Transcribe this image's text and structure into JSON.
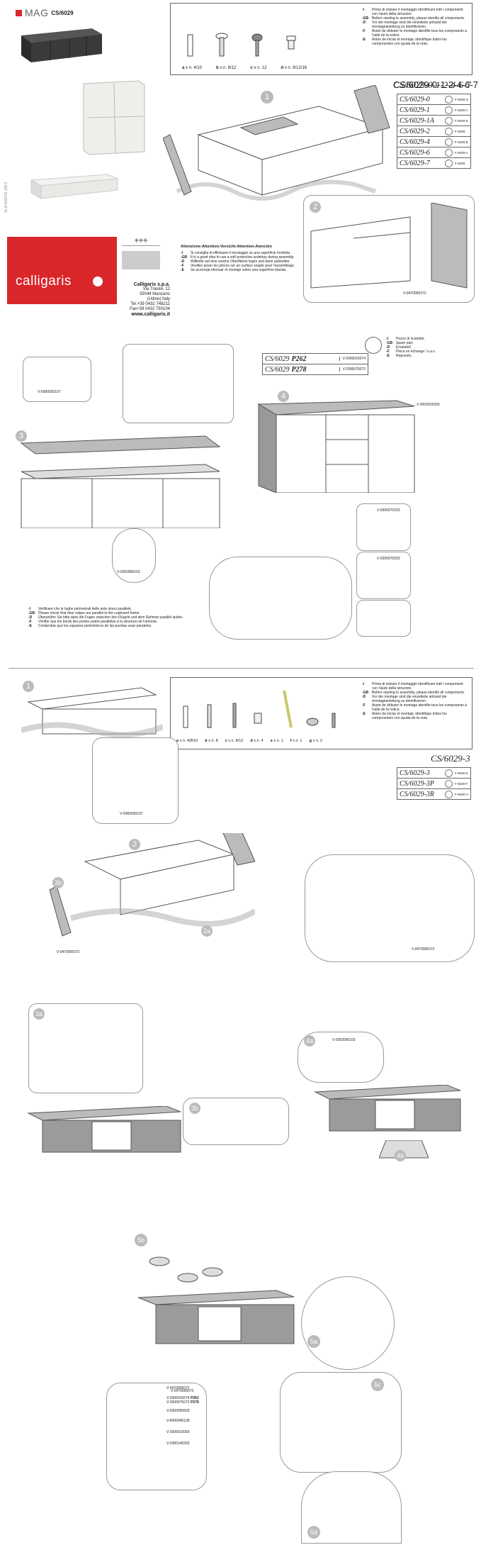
{
  "brand": {
    "series_name": "MAG",
    "series_code": "CS/6029",
    "company": "calligaris",
    "doc_code": "11-A-6029-01 (09-3",
    "company_full": "Calligaris s.p.a.",
    "address": [
      "Via Trieste, 12",
      "33044 Manzano",
      "(Udine) Italy",
      "Tel.+39 0432 748211",
      "Fax+39 0432 750104"
    ],
    "website": "www.calligaris.it",
    "red": "#d9262a"
  },
  "notice_top": [
    {
      "lang": "-I",
      "text": "Prima di iniziare il montaggio identificare tutti i componenti con l'aiuto della istruzioni."
    },
    {
      "lang": "-GB",
      "text": "Before starting to assembly, please identify all components."
    },
    {
      "lang": "-D",
      "text": "Vor der montage sind die einzelteile anhand der montageanleitung zu identifizieren."
    },
    {
      "lang": "-F",
      "text": "Avant de débuter le montage identifie tous les composants à l'aide de la notice."
    },
    {
      "lang": "-E",
      "text": "Antes de iniciar el montaje, identifique todos los componentes con ayuda de la nota."
    }
  ],
  "hardware_top": [
    {
      "label": "a",
      "qty": "x n. 4/10"
    },
    {
      "label": "b",
      "qty": "x n. 8/12"
    },
    {
      "label": "c",
      "qty": "x n. 12"
    },
    {
      "label": "d",
      "qty": "x n. 8/12/16"
    }
  ],
  "models_top": {
    "title": "CS/6029-0-1-2-4-6-7",
    "rows": [
      {
        "model": "CS/6029-0",
        "ref": "F-6029 G"
      },
      {
        "model": "CS/6029-1",
        "ref": "F-6029 A"
      },
      {
        "model": "CS/6029-1A",
        "ref": "F-6029 E"
      },
      {
        "model": "CS/6029-2",
        "ref": "F-6029"
      },
      {
        "model": "CS/6029-4",
        "ref": "F-6029 B"
      },
      {
        "model": "CS/6029-6",
        "ref": "F-6029 A"
      },
      {
        "model": "CS/6029-7",
        "ref": "F-6029"
      }
    ]
  },
  "attention": {
    "title": "Attenzione-Attention-Vorsicht-Attention-Atención",
    "rows": [
      {
        "lang": "-I",
        "text": "Si consiglia di effettuare il montaggio su una superficie morbida."
      },
      {
        "lang": "-GB",
        "text": "It is a good idea to use a soft protective underlay during assembly."
      },
      {
        "lang": "-D",
        "text": "Willkelte auf eine weiche Oberfläche legen und dann aufstellen."
      },
      {
        "lang": "-F",
        "text": "Veuillez poser les pièces sur un surface souple pour l'assemblage."
      },
      {
        "lang": "-E",
        "text": "Se aconseja efectuar el montaje sobre una superficie blanda."
      }
    ]
  },
  "spare_legend": [
    {
      "lang": "-I",
      "text": "Pezzo di ricambio."
    },
    {
      "lang": "-GB",
      "text": "Spare part."
    },
    {
      "lang": "-D",
      "text": "Ersatzteil."
    },
    {
      "lang": "-F",
      "text": "Pièce en échange / s.a.v."
    },
    {
      "lang": "-E",
      "text": "Repuesto."
    }
  ],
  "p_table": [
    {
      "model": "CS/6029",
      "p": "P262",
      "code": "V-2000015074"
    },
    {
      "model": "CS/6029",
      "p": "P278",
      "code": "V-2000075072"
    }
  ],
  "section1": {
    "step1": "1",
    "step2": "2",
    "step3": "3",
    "step4": "4",
    "codes": {
      "s2": "V-0470005372",
      "s3a": "V-0380030107",
      "s3c": "V-0350000103",
      "s4top": "V-2000015003",
      "s4a": "V-0390070203",
      "s4b": "V-0390070203"
    }
  },
  "doors_check": [
    {
      "lang": "-I",
      "text": "Verificare che le fughe perimetrali delle ante siano parallele."
    },
    {
      "lang": "-GB",
      "text": "Please check that door edges are parallel to the cupboard frame."
    },
    {
      "lang": "-D",
      "text": "Überprüfen Sie bitte dass die Fugen zwischen den Flügeln und dem Rahmen parallel laufen."
    },
    {
      "lang": "-F",
      "text": "Vérifier que les bords des portes soient parallèles à la structure de l'armoire."
    },
    {
      "lang": "-E",
      "text": "Comprobar que los espacios perimétricos de las puertas sean paralelos."
    }
  ],
  "hardware_mid": [
    {
      "label": "a",
      "qty": "x n. 4/8/10"
    },
    {
      "label": "b",
      "qty": "x n. 8"
    },
    {
      "label": "c",
      "qty": "x n. 8/12"
    },
    {
      "label": "d",
      "qty": "x n. 4"
    },
    {
      "label": "e",
      "qty": "x n. 1"
    },
    {
      "label": "f",
      "qty": "x n. 1"
    },
    {
      "label": "g",
      "qty": "x n. 2"
    }
  ],
  "models_mid": {
    "title": "CS/6029-3",
    "rows": [
      {
        "model": "CS/6029-3",
        "ref": "F-6029 D"
      },
      {
        "model": "CS/6029-3P",
        "ref": "F-6029 F"
      },
      {
        "model": "CS/6029-3R",
        "ref": "F-6029 H"
      }
    ]
  },
  "section2": {
    "codes": {
      "s1": "V-0380030107",
      "s2": "V-0470005372",
      "s2r": "V-0470005372",
      "s4a": "V-0350000103"
    },
    "labels": {
      "s2b": "2b",
      "s2a": "2a",
      "s3a": "3a",
      "s3b": "3b",
      "s4a": "4a",
      "s4b": "4b"
    }
  },
  "section3": {
    "labels": {
      "s5b": "5b",
      "s5a": "5a",
      "s5c": "5c",
      "s5d": "5d"
    },
    "detail_codes": [
      {
        "code": "V-0470005072",
        "extra": ""
      },
      {
        "code": "V-2000015074",
        "extra": "P262"
      },
      {
        "code": "V-2000075072",
        "extra": "P278"
      },
      {
        "code": "V-0350050603",
        "extra": ""
      },
      {
        "code": "V-6000040136",
        "extra": ""
      },
      {
        "code": "V-2000015003",
        "extra": ""
      },
      {
        "code": "V-0390140203",
        "extra": ""
      }
    ]
  }
}
